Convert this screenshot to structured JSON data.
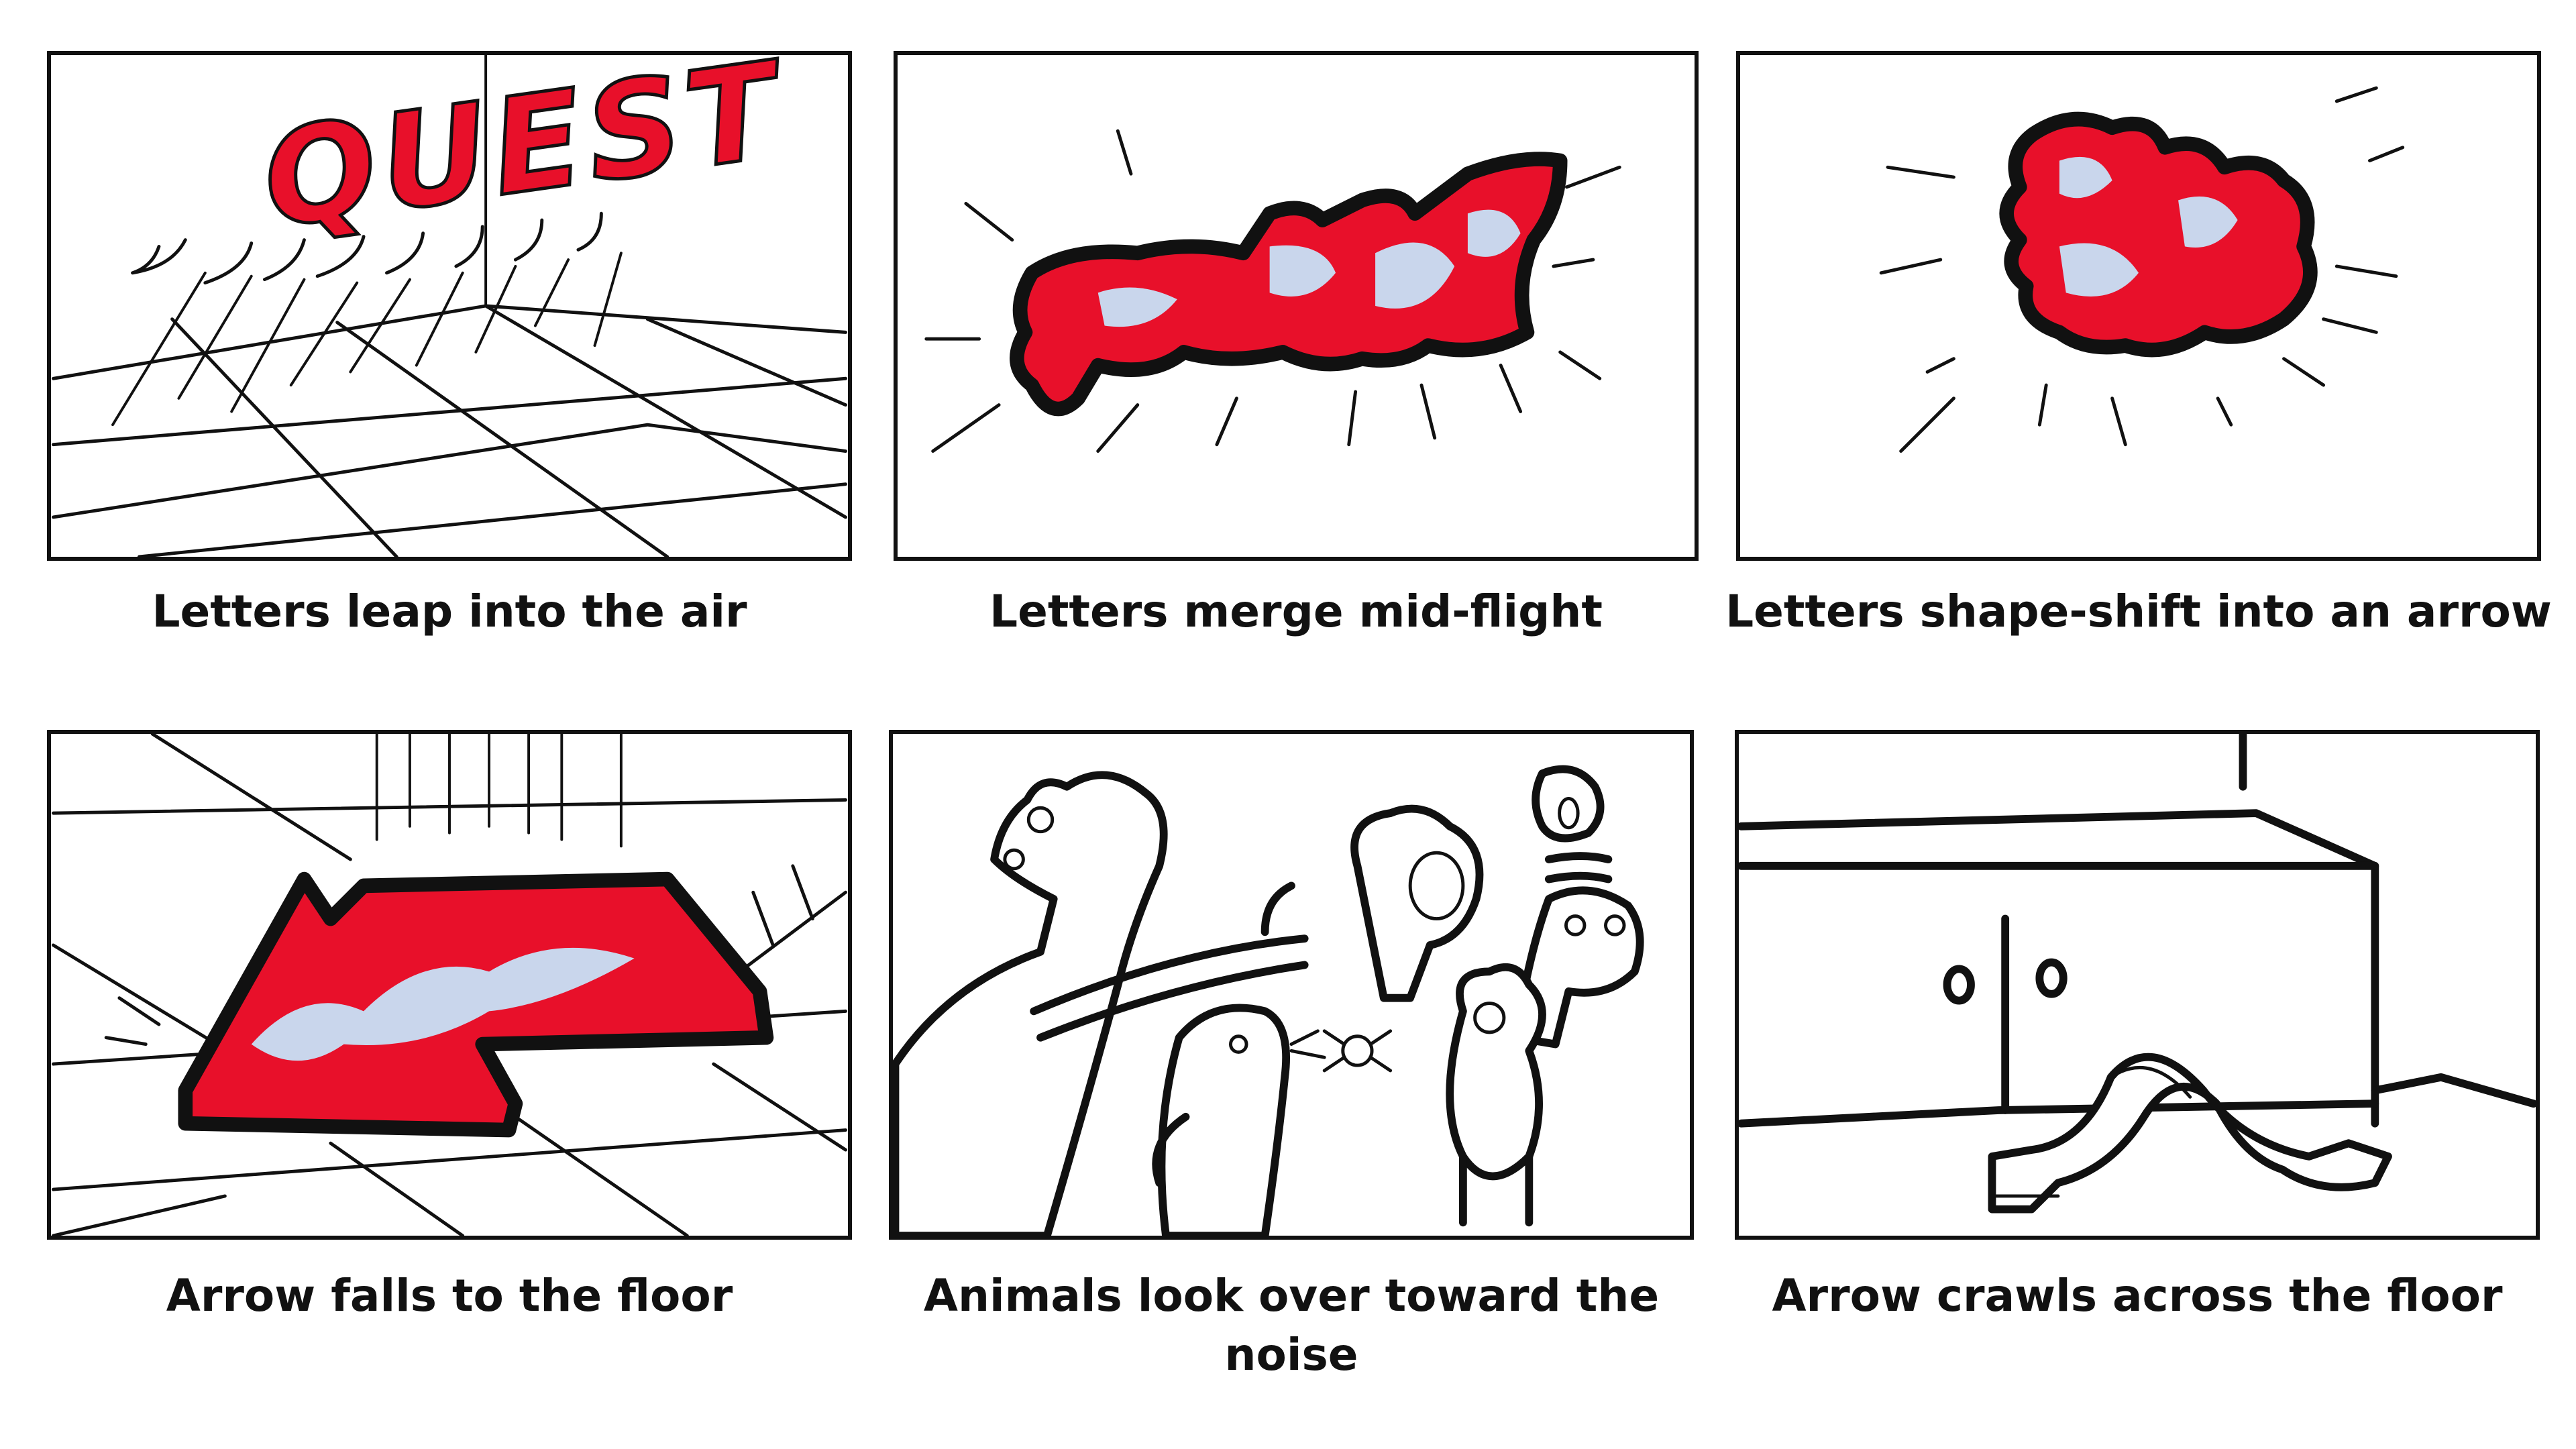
{
  "panels": [
    {
      "caption": "Letters leap into the air",
      "art_text": "QUEST"
    },
    {
      "caption": "Letters merge mid-flight"
    },
    {
      "caption": "Letters shape-shift into an arrow"
    },
    {
      "caption": "Arrow falls to the floor"
    },
    {
      "caption": "Animals look over toward the noise"
    },
    {
      "caption": "Arrow crawls across the floor"
    }
  ],
  "colors": {
    "ink": "#111111",
    "red": "#e8102a",
    "blue": "#2a3fb8",
    "pale_blue": "#c9d6ec"
  }
}
